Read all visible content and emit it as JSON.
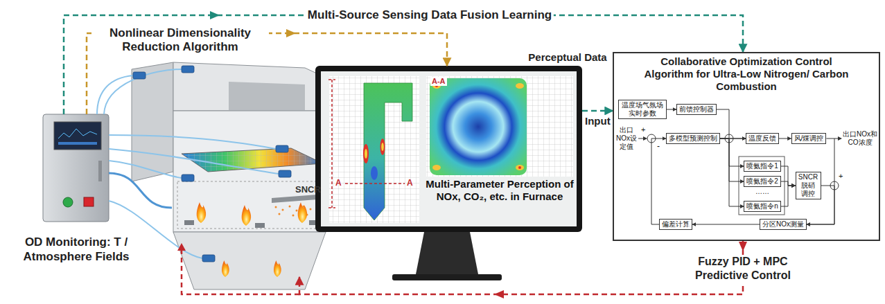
{
  "diagram": {
    "nodes": [
      {
        "text": [
          "OD Monitoring: T / Atmosphere Fields"
        ]
      },
      {
        "text": [
          "SNCR"
        ]
      },
      {
        "text": [
          "Multi-Parameter Perception of NOx, CO₂, etc. in Furnace"
        ]
      },
      {
        "text": [
          "Collaborative Optimization Control Algorithm for Ultra-Low Nitrogen/ Carbon Combustion"
        ]
      },
      {
        "text": [
          "温度场气氛场实时参数"
        ],
        "in": 3
      },
      {
        "text": [
          "前馈控制器"
        ],
        "in": 3
      },
      {
        "text": [
          "多模型预测控制"
        ],
        "in": 3
      },
      {
        "text": [
          "温度反馈"
        ],
        "in": 3
      },
      {
        "text": [
          "风/煤调控"
        ],
        "in": 3
      },
      {
        "text": [
          "喷氨指令1"
        ],
        "in": 3
      },
      {
        "text": [
          "喷氨指令2"
        ],
        "in": 3
      },
      {
        "text": [
          "喷氨指令n"
        ],
        "in": 3
      },
      {
        "text": [
          "SNCR脱硝调控"
        ],
        "in": 3
      },
      {
        "text": [
          "偏差计算"
        ],
        "in": 3
      },
      {
        "text": [
          "分区NOx测量"
        ],
        "in": 3
      }
    ],
    "edges": [
      {
        "from": 0,
        "to": 3,
        "arrow": "to",
        "label": "Multi-Source Sensing Data Fusion Learning"
      },
      {
        "from": 0,
        "to": 2,
        "arrow": "to",
        "label": "Nonlinear Dimensionality Reduction Algorithm"
      },
      {
        "from": 0,
        "to": 1,
        "arrow": "none"
      },
      {
        "from": 2,
        "to": 3,
        "arrow": "to",
        "label": "Perceptual Data"
      },
      {
        "from": 3,
        "to": 1,
        "arrow": "to",
        "label": "Fuzzy PID + MPC Predictive Control"
      },
      {
        "from": 4,
        "to": 5,
        "arrow": "to"
      },
      {
        "from": 5,
        "to": 7,
        "arrow": "to"
      },
      {
        "from": 6,
        "to": 7,
        "arrow": "to"
      },
      {
        "from": 6,
        "to": 9,
        "arrow": "to"
      },
      {
        "from": 6,
        "to": 10,
        "arrow": "to"
      },
      {
        "from": 6,
        "to": 11,
        "arrow": "to"
      },
      {
        "from": 7,
        "to": 8,
        "arrow": "to"
      },
      {
        "from": 9,
        "to": 12,
        "arrow": "to"
      },
      {
        "from": 10,
        "to": 12,
        "arrow": "to"
      },
      {
        "from": 11,
        "to": 12,
        "arrow": "to"
      },
      {
        "from": 8,
        "to": 14,
        "arrow": "to"
      },
      {
        "from": 12,
        "to": 14,
        "arrow": "to"
      },
      {
        "from": 14,
        "to": 13,
        "arrow": "to"
      },
      {
        "from": 13,
        "to": 6,
        "arrow": "to"
      }
    ],
    "labels": [
      "A-A",
      "A",
      "A",
      "Input",
      "出口NOx设定值",
      "+",
      "-",
      "……",
      "出口NOx和CO浓度",
      "+"
    ]
  }
}
